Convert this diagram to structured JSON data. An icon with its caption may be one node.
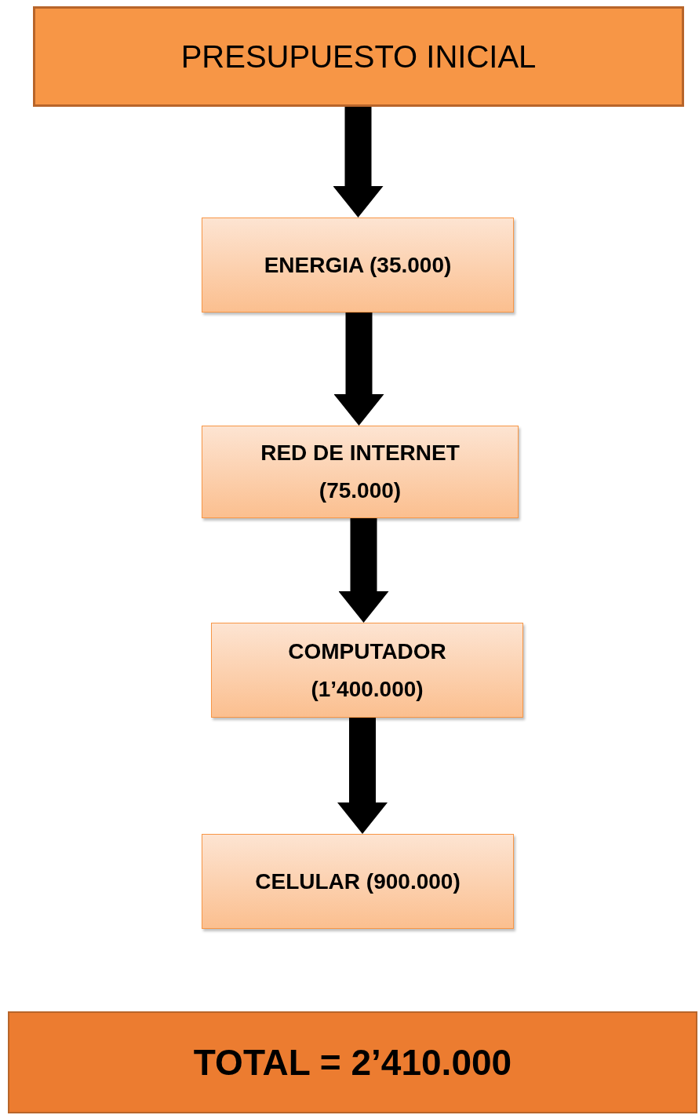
{
  "diagram": {
    "nodes": [
      {
        "text": [
          "PRESUPUESTO INICIAL"
        ]
      },
      {
        "text": [
          "ENERGIA (35.000)"
        ]
      },
      {
        "text": [
          "RED DE INTERNET (75.000)"
        ]
      },
      {
        "text": [
          "COMPUTADOR (1’400.000)"
        ]
      },
      {
        "text": [
          "CELULAR (900.000)"
        ]
      },
      {
        "text": [
          "TOTAL = 2’410.000"
        ]
      }
    ],
    "edges": [
      {
        "from": 0,
        "to": 1,
        "arrow": "to"
      },
      {
        "from": 1,
        "to": 2,
        "arrow": "to"
      },
      {
        "from": 2,
        "to": 3,
        "arrow": "to"
      },
      {
        "from": 3,
        "to": 4,
        "arrow": "to"
      }
    ]
  }
}
